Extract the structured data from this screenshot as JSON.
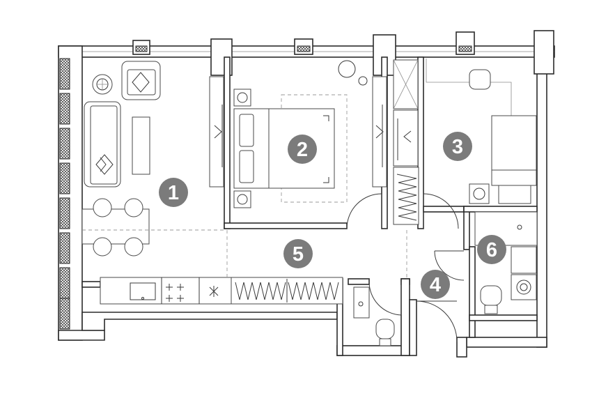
{
  "plan": {
    "rooms": [
      {
        "id": "living-kitchen",
        "number": "1"
      },
      {
        "id": "bedroom",
        "number": "2"
      },
      {
        "id": "second-bedroom",
        "number": "3"
      },
      {
        "id": "entry-hall",
        "number": "4"
      },
      {
        "id": "corridor",
        "number": "5"
      },
      {
        "id": "bathroom",
        "number": "6"
      }
    ],
    "colors": {
      "marker": "#7b7b7b",
      "walls": "#2b2b2b",
      "background": "#ffffff"
    }
  }
}
